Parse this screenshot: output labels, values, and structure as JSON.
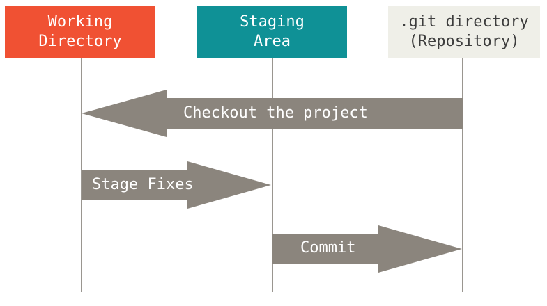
{
  "colors": {
    "working_directory": "#f05133",
    "staging_area": "#0f9196",
    "git_directory": "#efefe8",
    "arrow": "#8b857d",
    "lifeline": "#9a9690"
  },
  "columns": {
    "working_directory": {
      "line1": "Working",
      "line2": "Directory"
    },
    "staging_area": {
      "line1": "Staging",
      "line2": "Area"
    },
    "git_directory": {
      "line1": ".git directory",
      "line2": "(Repository)"
    }
  },
  "arrows": {
    "checkout": {
      "label": "Checkout the project",
      "from": "git_directory",
      "to": "working_directory"
    },
    "stage": {
      "label": "Stage Fixes",
      "from": "working_directory",
      "to": "staging_area"
    },
    "commit": {
      "label": "Commit",
      "from": "staging_area",
      "to": "git_directory"
    }
  }
}
